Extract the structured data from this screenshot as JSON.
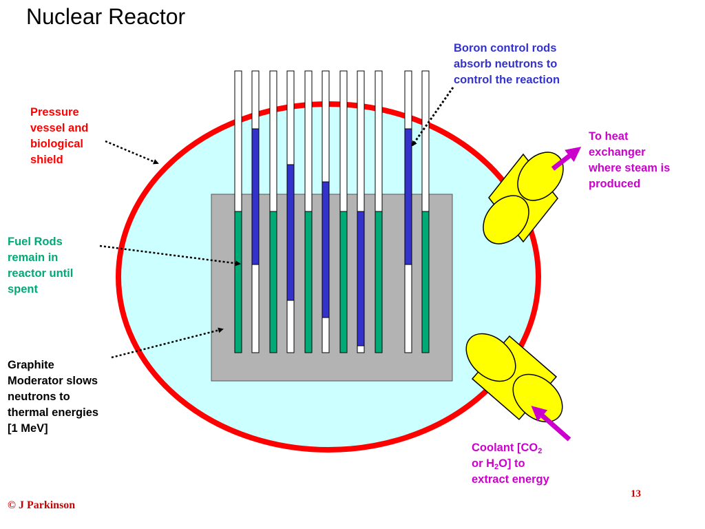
{
  "title": "Nuclear Reactor",
  "labels": {
    "pressure_vessel": [
      "Pressure",
      "vessel and",
      "biological",
      "shield"
    ],
    "fuel_rods": [
      "Fuel Rods",
      "remain in",
      "reactor until",
      "spent"
    ],
    "graphite": [
      "Graphite",
      "Moderator slows",
      "neutrons to",
      "thermal energies",
      "[1 MeV]"
    ],
    "boron": [
      "Boron control rods",
      "absorb neutrons to",
      "control the reaction"
    ],
    "heat_exchanger": [
      "To heat",
      "exchanger",
      "where steam is",
      "produced"
    ],
    "coolant": {
      "prefix": "Coolant [CO",
      "sub1": "2",
      "line2_prefix": "or H",
      "sub2": "2",
      "line2_suffix": "O] to",
      "line3": "extract energy"
    }
  },
  "footer": {
    "copyright": "© J Parkinson",
    "slide_number": "13"
  },
  "colors": {
    "vessel_outline": "#ff0000",
    "vessel_fill": "#ccffff",
    "moderator": "#b3b3b3",
    "fuel_rod": "#00aa77",
    "control_rod": "#3333cc",
    "pipe": "#ffff00",
    "arrow": "#cc00cc"
  },
  "icons": {
    "outlet_arrow": "arrow-up-right-icon",
    "inlet_arrow": "arrow-up-left-icon"
  }
}
